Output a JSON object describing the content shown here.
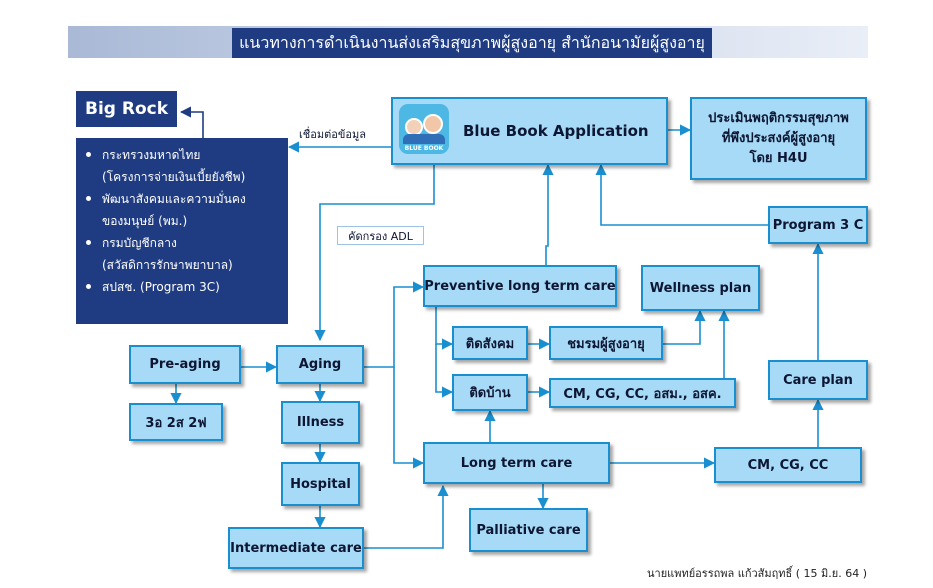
{
  "header": {
    "title": "แนวทางการดำเนินงานส่งเสริมสุขภาพผู้สูงอายุ สำนักอนามัยผู้สูงอายุ"
  },
  "big_rock": {
    "title": "Big Rock",
    "items": [
      {
        "line1": "กระทรวงมหาดไทย",
        "line2": "(โครงการจ่ายเงินเบี้ยยังชีพ)"
      },
      {
        "line1": "พัฒนาสังคมและความมั่นคง",
        "line2": "ของมนุษย์ (พม.)"
      },
      {
        "line1": "กรมบัญชีกลาง",
        "line2": "(สวัสดิการรักษาพยาบาล)"
      },
      {
        "line1": "สปสช. (Program 3C)",
        "line2": ""
      }
    ]
  },
  "labels": {
    "connect_data": "เชื่อมต่อข้อมูล",
    "screen_adl": "คัดกรอง ADL",
    "credit": "นายแพทย์อรรถพล แก้วสัมฤทธิ์ ( 15 มิ.ย. 64 )"
  },
  "logo": {
    "text": "BLUE BOOK",
    "icon": "elderly-couple-icon"
  },
  "nodes": {
    "blue_book_app": "Blue Book Application",
    "assessment": [
      "ประเมินพฤติกรรมสุขภาพ",
      "ที่พึงประสงค์ผู้สูงอายุ",
      "โดย H4U"
    ],
    "program_3c": "Program 3 C",
    "care_plan": "Care plan",
    "cm_cg_cc_right": "CM, CG, CC",
    "preventive_ltc": "Preventive long term care",
    "wellness_plan": "Wellness plan",
    "social_bound": "ติดสังคม",
    "elderly_club": "ชมรมผู้สูงอายุ",
    "home_bound": "ติดบ้าน",
    "cm_cg_cc_osm": "CM, CG, CC, อสม., อสค.",
    "pre_aging": "Pre-aging",
    "aging": "Aging",
    "three_o_two_s_two_f": "3อ 2ส 2ฟ",
    "illness": "Illness",
    "hospital": "Hospital",
    "intermediate_care": "Intermediate care",
    "long_term_care": "Long term care",
    "palliative_care": "Palliative care"
  },
  "colors": {
    "navy": "#1f3c82",
    "box_fill": "#a7daf6",
    "box_border": "#1a8fd0",
    "arrow": "#1a8fd0"
  }
}
